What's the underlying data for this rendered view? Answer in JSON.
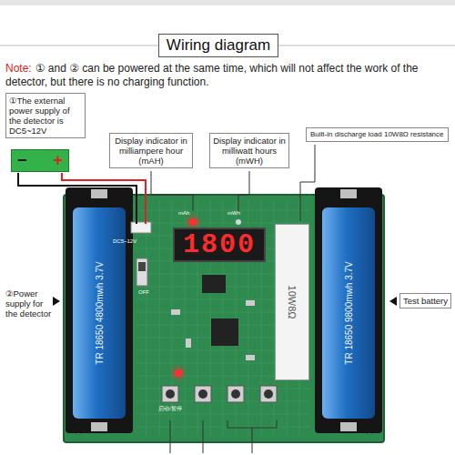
{
  "diagram": {
    "title": "Wiring diagram",
    "nodes": [
      {
        "text": [
          "①The external power supply of the detector is DC5~12V"
        ]
      },
      {
        "text": [
          "−",
          "+"
        ]
      },
      {
        "text": [
          "Display indicator in milliampere hour (mAH)"
        ]
      },
      {
        "text": [
          "Display indicator in milliwatt hours (mWH)"
        ]
      },
      {
        "text": [
          "Built-in discharge load 10W8Ω resistance"
        ]
      },
      {
        "text": [
          "1800"
        ]
      },
      {
        "text": [
          "10W8Ω"
        ]
      },
      {
        "text": [
          "Test battery"
        ]
      },
      {
        "text": [
          "TR 18650 4800mwh 3.7V"
        ]
      },
      {
        "text": [
          "TR 18650 9800mwh 3.7V"
        ]
      }
    ],
    "labels": [
      "Note:",
      "① and ② can be powered at the same time, which will not affect the work of the detector, but there is no charging function.",
      "②Power supply for the detector",
      "mAh",
      "mWh",
      "DC5~12V",
      "OFF",
      "启动/暂停"
    ]
  }
}
